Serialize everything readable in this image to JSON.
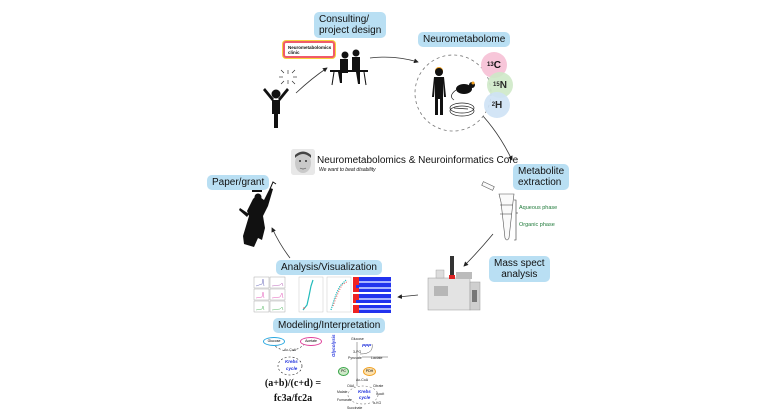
{
  "stages": {
    "consulting": "Consulting/",
    "consulting_line2": "project design",
    "clinic_sign_line1": "Neurometabolomics",
    "clinic_sign_line2": "clinic",
    "neurometabolome": "Neurometabolome",
    "metabolite_line1": "Metabolite",
    "metabolite_line2": "extraction",
    "mass_line1": "Mass spect",
    "mass_line2": "analysis",
    "analysis": "Analysis/Visualization",
    "modeling": "Modeling/Interpretation",
    "paper": "Paper/grant"
  },
  "isotopes": [
    {
      "mass": "13",
      "element": "C",
      "color": "#f7c6d9"
    },
    {
      "mass": "15",
      "element": "N",
      "color": "#cfe9c8"
    },
    {
      "mass": "2",
      "element": "H",
      "color": "#cfe3f6"
    }
  ],
  "extraction_phases": {
    "aqueous": "Aqueous phase",
    "organic": "Organic phase"
  },
  "core": {
    "title": "Neurometabolomics & Neuroinformatics Core",
    "tagline": "We want to beat disability"
  },
  "model_left": {
    "glucose": "Glucose",
    "acetate": "Acetate",
    "acetyl_coa": "Ac-CoA",
    "krebs_line1": "Krebs",
    "krebs_line2": "cycle",
    "formula_line1": "(a+b)/(c+d) =",
    "formula_line2": "fc3a/fc2a"
  },
  "model_right": {
    "glucose": "Glucose",
    "ppp": "PPP",
    "glycolysis": "Glycolysis",
    "three_pg": "3-PG",
    "pyruvate": "Pyruvate",
    "lactate": "Lactate",
    "pc": "PC",
    "pdh": "PDH",
    "acetyl_coa": "Ac-CoA",
    "oaa": "OAA",
    "citrate": "Citrate",
    "malate": "Malate",
    "isocit": "Isocit",
    "fumarate": "Fumarate",
    "akg": "α-KG",
    "succinate": "Succinate",
    "krebs_line1": "Krebs",
    "krebs_line2": "cycle"
  },
  "colors": {
    "label_bg": "#b9dff3",
    "phase_text": "#1f7a3a",
    "clinic_border": "#f05a6a",
    "clinic_lights": "#f7d23e",
    "krebs_text": "#2233dd"
  }
}
